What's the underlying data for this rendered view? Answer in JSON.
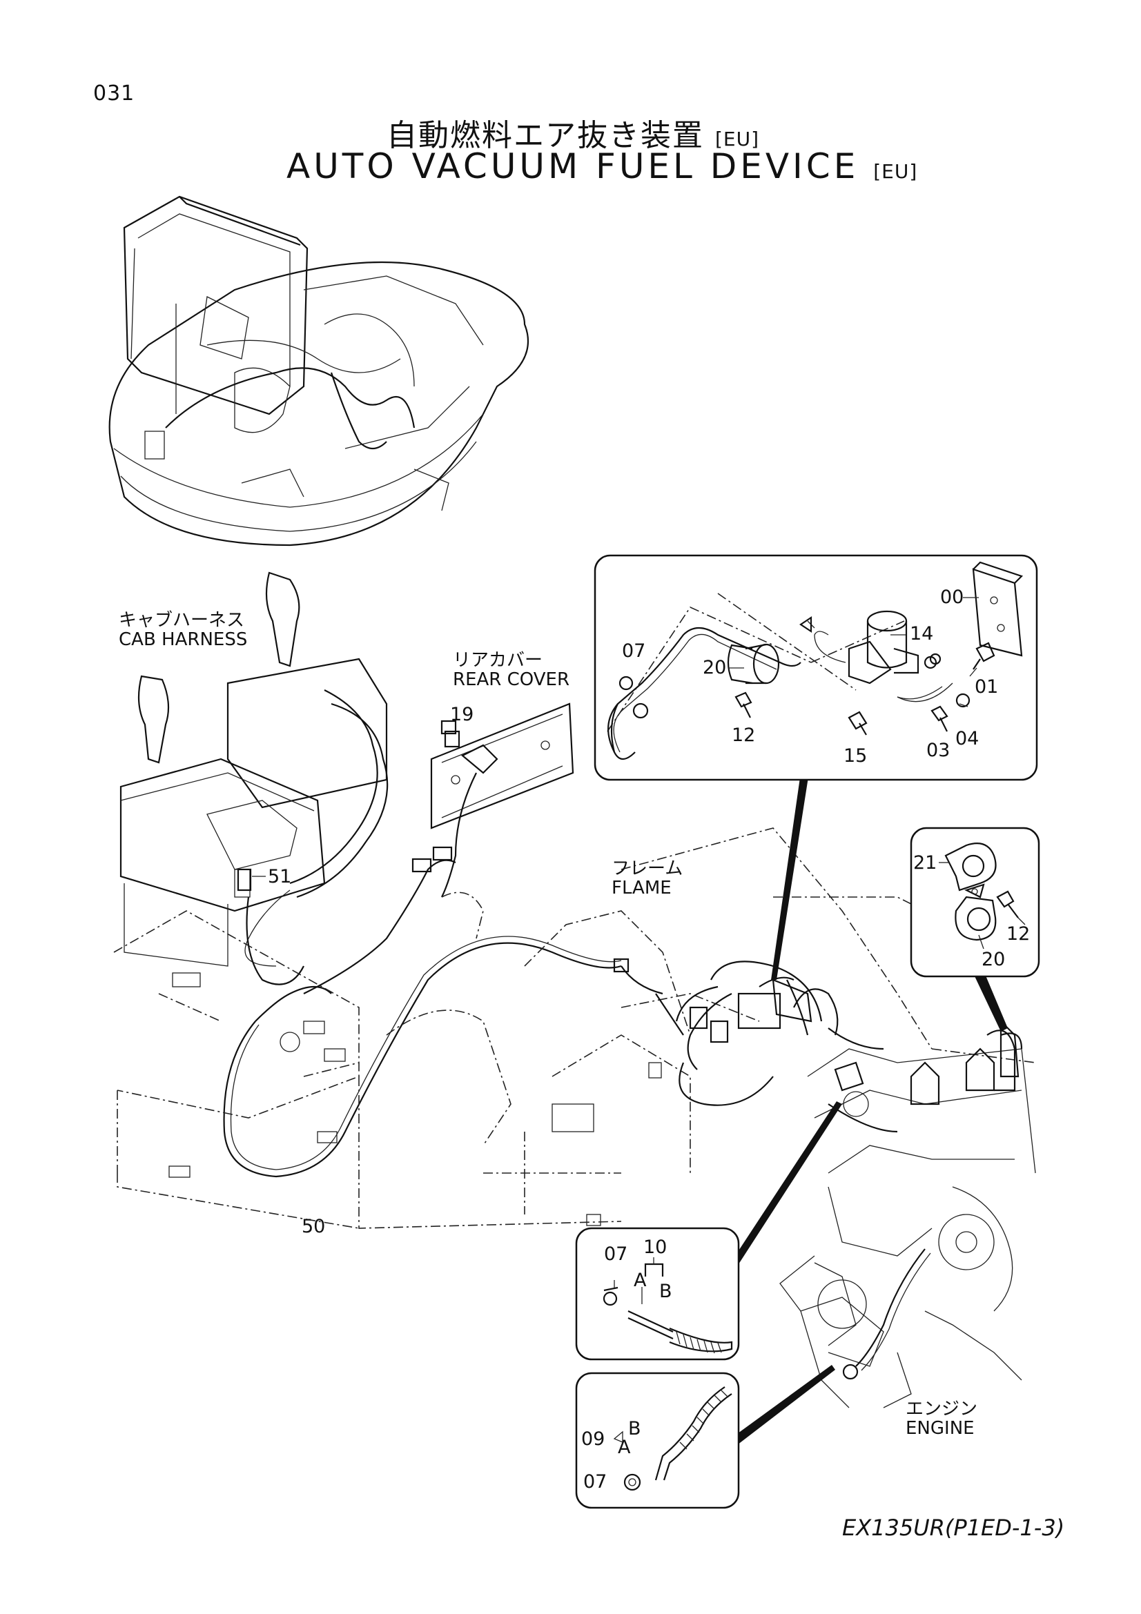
{
  "page": {
    "number": "031",
    "title_jp": "自動燃料エア抜き装置",
    "title_en": "AUTO  VACUUM  FUEL  DEVICE",
    "region_tag": "[EU]",
    "footer_code": "EX135UR(P1ED-1-3)"
  },
  "labels": {
    "cab_harness_jp": "キャブハーネス",
    "cab_harness_en": "CAB  HARNESS",
    "rear_cover_jp": "リアカバー",
    "rear_cover_en": "REAR  COVER",
    "flame_jp": "フレーム",
    "flame_en": "FLAME",
    "engine_jp": "エンジン",
    "engine_en": "ENGINE"
  },
  "part_numbers": {
    "p00": "00",
    "p01": "01",
    "p03": "03",
    "p04": "04",
    "p07a": "07",
    "p07b": "07",
    "p07c": "07",
    "p09": "09",
    "p10": "10",
    "p12a": "12",
    "p12b": "12",
    "p14": "14",
    "p15": "15",
    "p19": "19",
    "p20a": "20",
    "p20b": "20",
    "p21": "21",
    "p50": "50",
    "p51": "51"
  },
  "hose_letters": {
    "a1": "A",
    "b1": "B",
    "a2": "A",
    "b2": "B"
  },
  "detail_boxes": [
    "pump-detail",
    "clamp-detail",
    "hose-detail-a",
    "hose-detail-b"
  ]
}
